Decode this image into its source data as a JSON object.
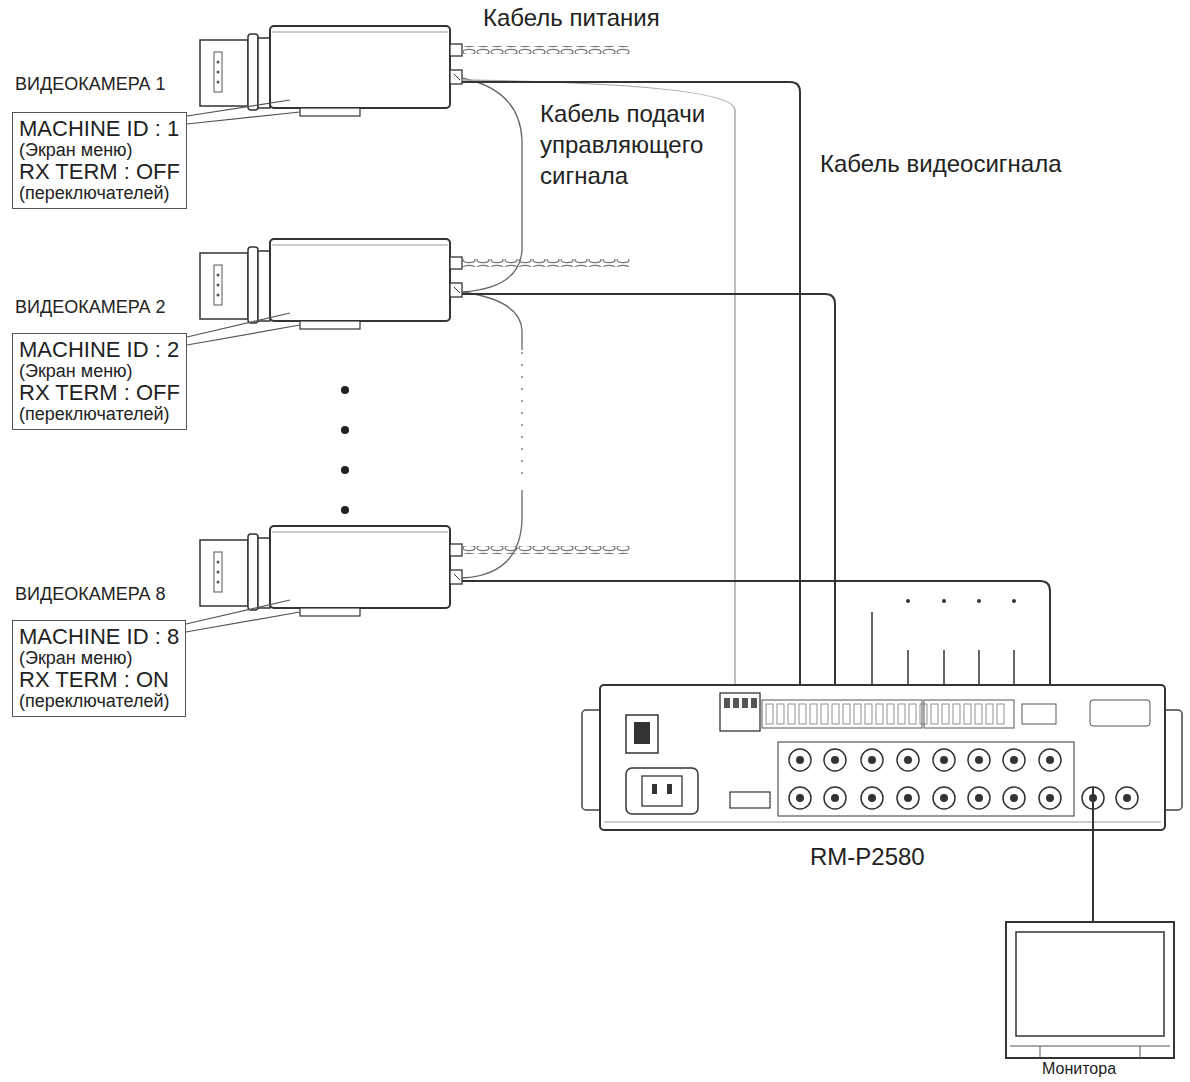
{
  "diagram": {
    "nodes": [
      {
        "text": [
          "MACHINE ID : 1",
          "(Экран меню)",
          "RX TERM : OFF",
          "(переключателей)"
        ]
      },
      {
        "text": [
          "MACHINE ID : 2",
          "(Экран меню)",
          "RX TERM : OFF",
          "(переключателей)"
        ]
      },
      {
        "text": [
          "MACHINE ID : 8",
          "(Экран меню)",
          "RX TERM : ON",
          "(переключателей)"
        ]
      }
    ],
    "labels": [
      "Кабель питания",
      "ВИДЕОКАМЕРА 1",
      "Кабель подачи управляющего сигнала",
      "Кабель видеосигнала",
      "ВИДЕОКАМЕРА 2",
      "ВИДЕОКАМЕРА 8",
      "RM-P2580",
      "Монитора"
    ]
  }
}
